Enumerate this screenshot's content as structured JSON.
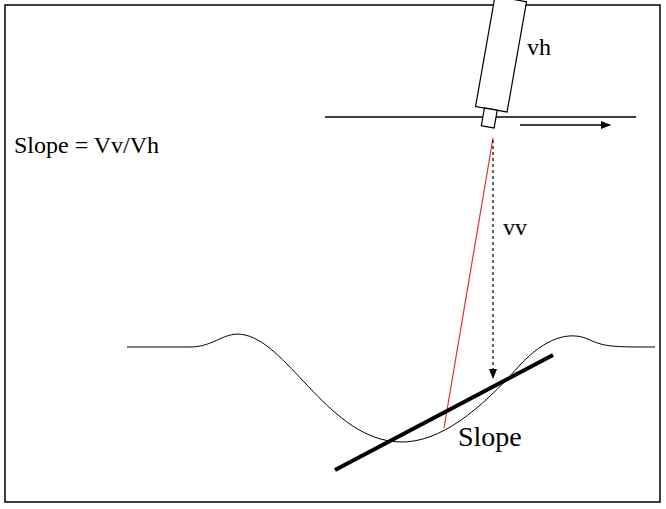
{
  "diagram": {
    "labels": [
      "Slope = Vv/Vh",
      "vh",
      "vv",
      "Slope"
    ]
  }
}
